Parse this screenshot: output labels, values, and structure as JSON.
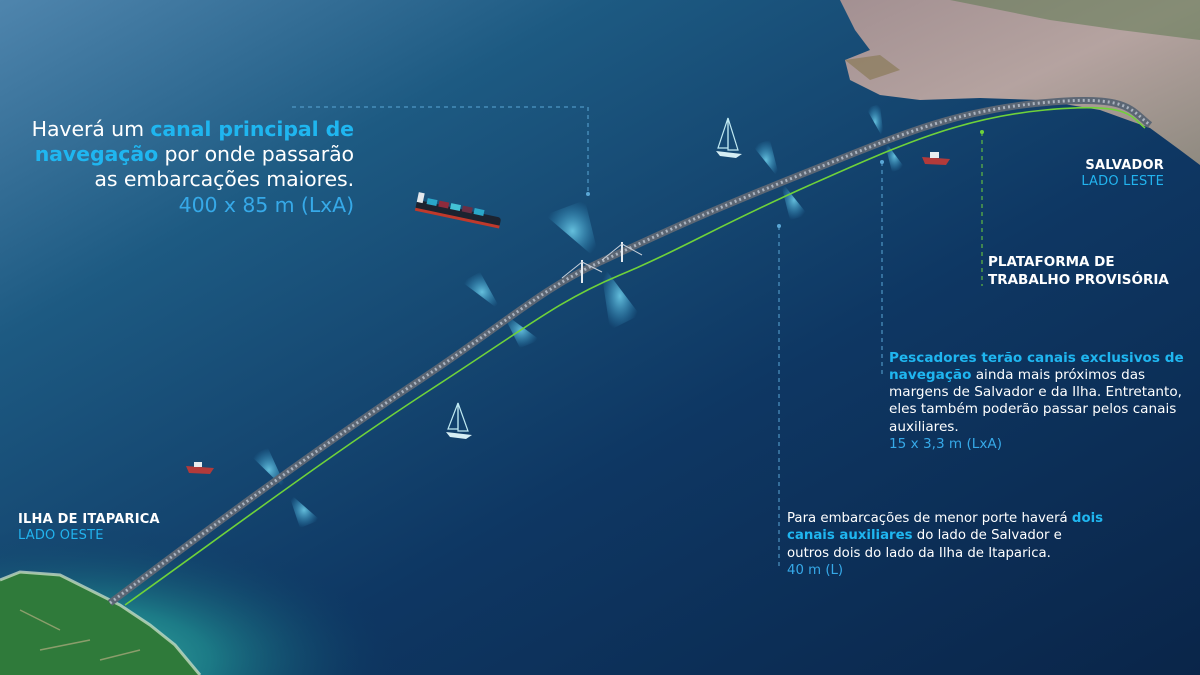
{
  "main_callout": {
    "intro": "Haverá um ",
    "highlight": "canal principal de navegação",
    "rest": " por onde passarão as embarcações maiores.",
    "dimensions": "400 x 85 m (LxA)"
  },
  "places": {
    "salvador": {
      "name": "SALVADOR",
      "side": "LADO LESTE"
    },
    "itaparica": {
      "name": "ILHA DE ITAPARICA",
      "side": "LADO OESTE"
    }
  },
  "plataforma": {
    "line1": "PLATAFORMA DE",
    "line2": "TRABALHO PROVISÓRIA"
  },
  "pescadores_callout": {
    "highlight": "Pescadores terão canais exclusivos de navegação",
    "rest": " ainda mais próximos das margens de Salvador e da Ilha. Entretanto, eles também poderão passar pelos canais auxiliares.",
    "dimensions": "15 x 3,3 m (LxA)"
  },
  "auxiliares_callout": {
    "intro": "Para embarcações de menor porte haverá ",
    "highlight": "dois canais auxiliares",
    "rest": " do lado de Salvador e outros dois do lado da Ilha de Itaparica.",
    "dimensions": "40 m (L)"
  },
  "colors": {
    "sea_deep": "#0b2a4d",
    "sea_light": "#2f6f98",
    "highlight_text": "#1fb6f0",
    "dimension_text": "#36a9e8",
    "bridge_gray": "#8e98a6",
    "work_platform_green": "#6fd23a",
    "leader_line": "#5aa7d6"
  }
}
